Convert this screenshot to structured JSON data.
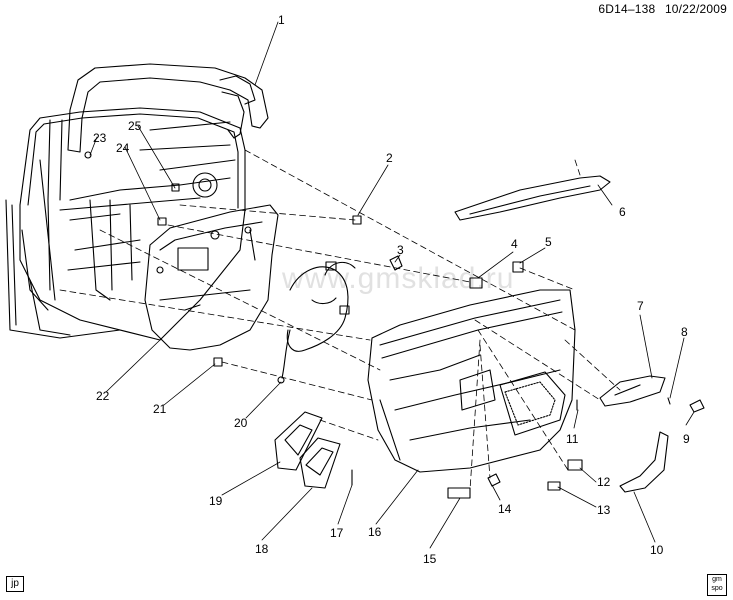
{
  "header": {
    "ref": "6D14–138",
    "date": "10/22/2009"
  },
  "watermark": "www.gmsklad.ru",
  "corner_codes": {
    "bottom_left": "jp",
    "bottom_right": "gm\nspo"
  },
  "callouts": [
    {
      "n": "1"
    },
    {
      "n": "2"
    },
    {
      "n": "3"
    },
    {
      "n": "4"
    },
    {
      "n": "5"
    },
    {
      "n": "6"
    },
    {
      "n": "7"
    },
    {
      "n": "8"
    },
    {
      "n": "9"
    },
    {
      "n": "10"
    },
    {
      "n": "11"
    },
    {
      "n": "12"
    },
    {
      "n": "13"
    },
    {
      "n": "14"
    },
    {
      "n": "15"
    },
    {
      "n": "16"
    },
    {
      "n": "17"
    },
    {
      "n": "18"
    },
    {
      "n": "19"
    },
    {
      "n": "20"
    },
    {
      "n": "21"
    },
    {
      "n": "22"
    },
    {
      "n": "23"
    },
    {
      "n": "24"
    },
    {
      "n": "25"
    }
  ]
}
